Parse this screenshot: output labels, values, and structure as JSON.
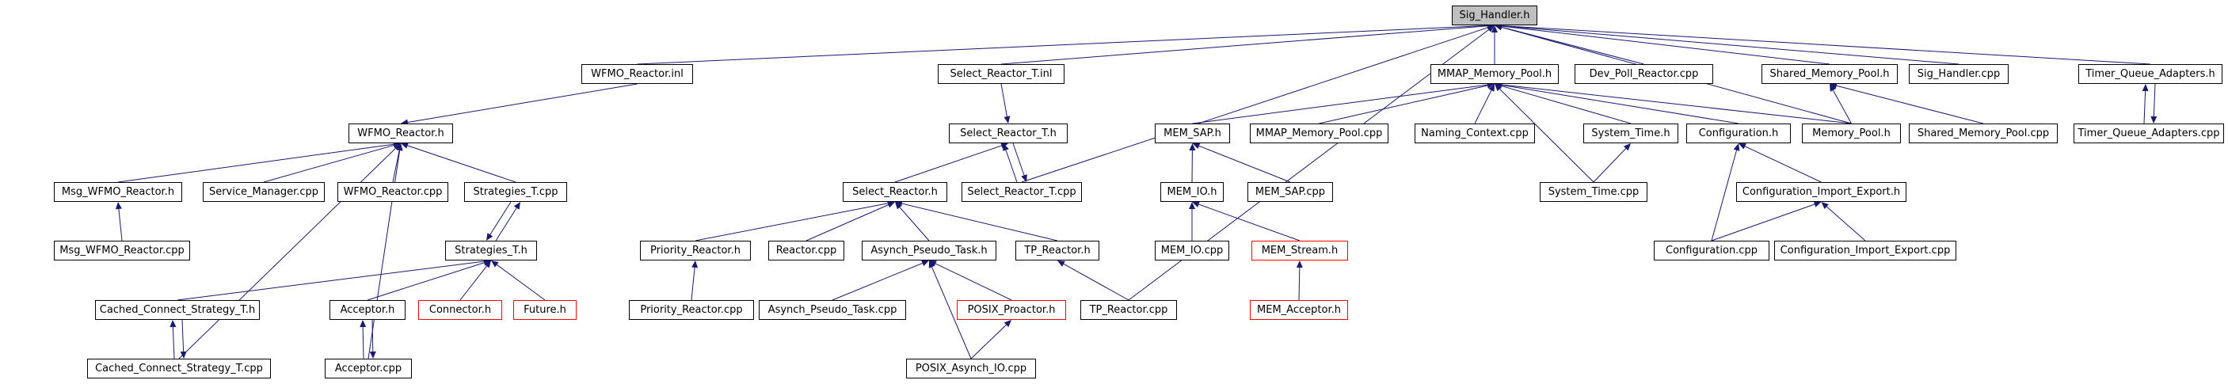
{
  "colors": {
    "edge": "#191970",
    "node_border": "#000000",
    "missing_border": "#ff0000",
    "root_fill": "#bfbfbf"
  },
  "nodes": {
    "sig_handler_h": "Sig_Handler.h",
    "wfmo_reactor_inl": "WFMO_Reactor.inl",
    "select_reactor_t_inl": "Select_Reactor_T.inl",
    "mmap_memory_pool_h": "MMAP_Memory_Pool.h",
    "dev_poll_reactor_cpp": "Dev_Poll_Reactor.cpp",
    "shared_memory_pool_h": "Shared_Memory_Pool.h",
    "sig_handler_cpp": "Sig_Handler.cpp",
    "timer_queue_adapters_h": "Timer_Queue_Adapters.h",
    "wfmo_reactor_h": "WFMO_Reactor.h",
    "select_reactor_t_h": "Select_Reactor_T.h",
    "mem_sap_h": "MEM_SAP.h",
    "mmap_memory_pool_cpp": "MMAP_Memory_Pool.cpp",
    "naming_context_cpp": "Naming_Context.cpp",
    "system_time_h": "System_Time.h",
    "configuration_h": "Configuration.h",
    "memory_pool_h": "Memory_Pool.h",
    "shared_memory_pool_cpp": "Shared_Memory_Pool.cpp",
    "timer_queue_adapters_cpp": "Timer_Queue_Adapters.cpp",
    "msg_wfmo_reactor_h": "Msg_WFMO_Reactor.h",
    "service_manager_cpp": "Service_Manager.cpp",
    "wfmo_reactor_cpp": "WFMO_Reactor.cpp",
    "strategies_t_cpp": "Strategies_T.cpp",
    "select_reactor_h": "Select_Reactor.h",
    "select_reactor_t_cpp": "Select_Reactor_T.cpp",
    "mem_io_h": "MEM_IO.h",
    "mem_sap_cpp": "MEM_SAP.cpp",
    "system_time_cpp": "System_Time.cpp",
    "configuration_import_export_h": "Configuration_Import_Export.h",
    "msg_wfmo_reactor_cpp": "Msg_WFMO_Reactor.cpp",
    "strategies_t_h": "Strategies_T.h",
    "priority_reactor_h": "Priority_Reactor.h",
    "reactor_cpp": "Reactor.cpp",
    "asynch_pseudo_task_h": "Asynch_Pseudo_Task.h",
    "tp_reactor_h": "TP_Reactor.h",
    "mem_io_cpp": "MEM_IO.cpp",
    "mem_stream_h": "MEM_Stream.h",
    "configuration_cpp": "Configuration.cpp",
    "configuration_import_export_cpp": "Configuration_Import_Export.cpp",
    "cached_connect_strategy_t_h": "Cached_Connect_Strategy_T.h",
    "acceptor_h": "Acceptor.h",
    "connector_h": "Connector.h",
    "future_h": "Future.h",
    "priority_reactor_cpp": "Priority_Reactor.cpp",
    "asynch_pseudo_task_cpp": "Asynch_Pseudo_Task.cpp",
    "posix_proactor_h": "POSIX_Proactor.h",
    "tp_reactor_cpp": "TP_Reactor.cpp",
    "mem_acceptor_h": "MEM_Acceptor.h",
    "cached_connect_strategy_t_cpp": "Cached_Connect_Strategy_T.cpp",
    "acceptor_cpp": "Acceptor.cpp",
    "posix_asynch_io_cpp": "POSIX_Asynch_IO.cpp"
  }
}
